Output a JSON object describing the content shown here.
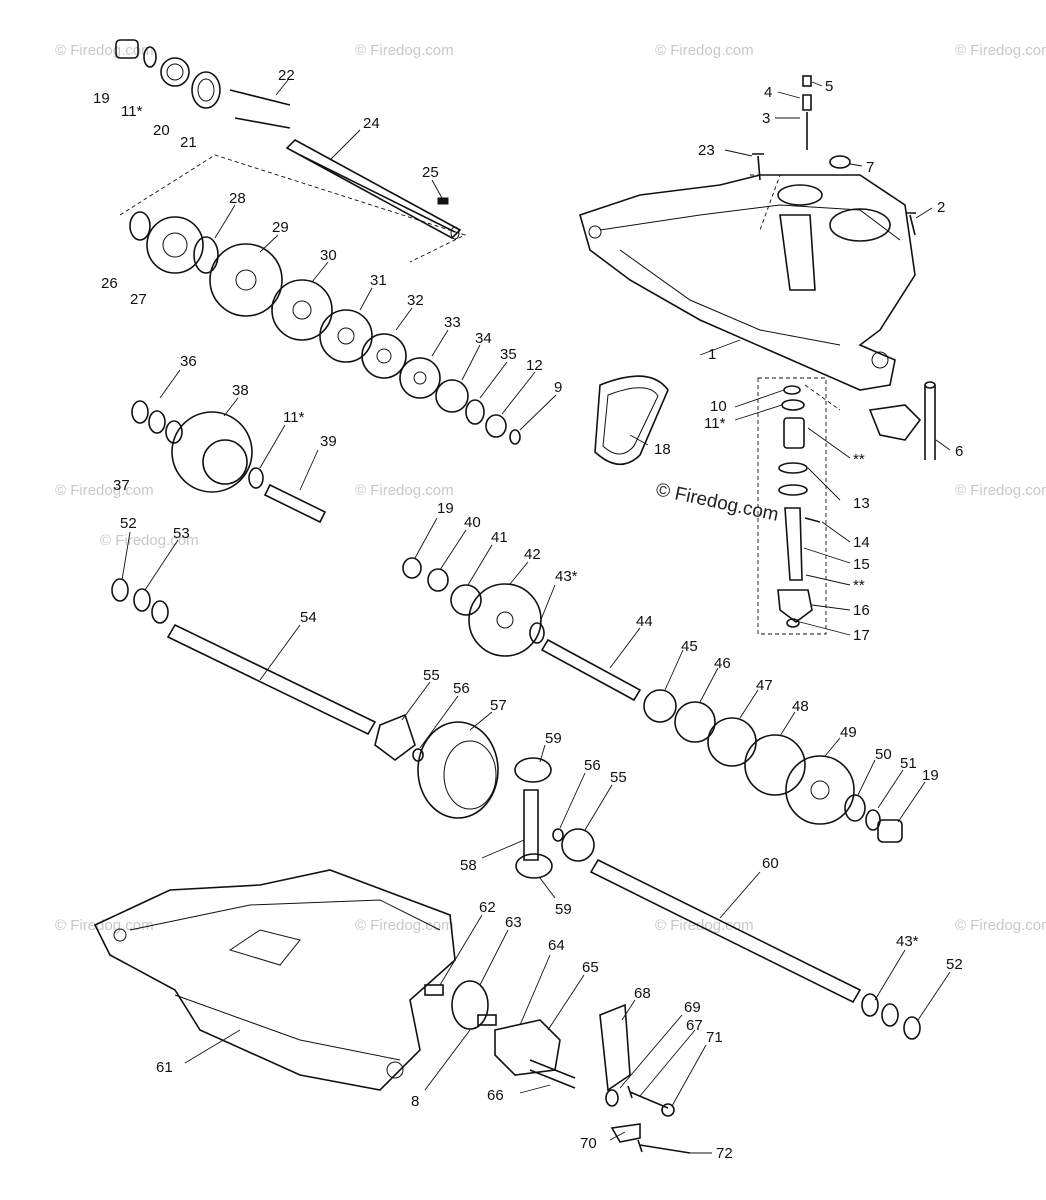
{
  "watermarks": [
    "© Firedog.com",
    "© Firedog.com",
    "© Firedog.com",
    "© Firedog.com",
    "© Firedog.com",
    "© Firedog.com",
    "© Firedog.com",
    "© Firedog.com",
    "© Firedog.com",
    "© Firedog.com",
    "© Firedog.com",
    "© Firedog.com"
  ],
  "center_watermark": "© Firedog.com",
  "labels": [
    "19",
    "11*",
    "20",
    "21",
    "22",
    "24",
    "25",
    "26",
    "27",
    "28",
    "29",
    "30",
    "31",
    "32",
    "33",
    "34",
    "35",
    "12",
    "9",
    "36",
    "37",
    "38",
    "11*",
    "39",
    "18",
    "10",
    "11*",
    "**",
    "13",
    "14",
    "15",
    "**",
    "16",
    "17",
    "1",
    "2",
    "3",
    "4",
    "5",
    "6",
    "7",
    "23",
    "52",
    "53",
    "54",
    "19",
    "40",
    "41",
    "42",
    "43*",
    "44",
    "45",
    "46",
    "47",
    "48",
    "49",
    "50",
    "51",
    "19",
    "55",
    "56",
    "57",
    "59",
    "56",
    "55",
    "58",
    "59",
    "60",
    "61",
    "62",
    "63",
    "64",
    "65",
    "8",
    "66",
    "68",
    "69",
    "67",
    "71",
    "70",
    "72",
    "43*",
    "52"
  ]
}
